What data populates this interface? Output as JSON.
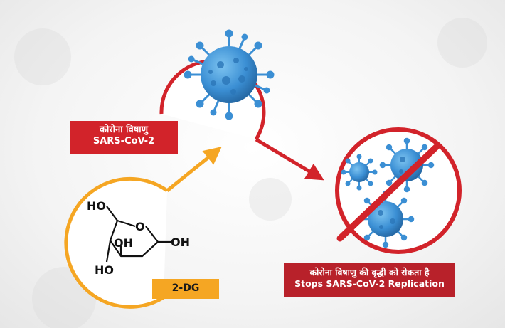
{
  "labels": {
    "virus_hi": "कोरोना विषाणु",
    "virus_en": "SARS-CoV-2",
    "stops_hi": "कोरोना विषाणु की वृद्धी को रोकता है",
    "stops_en": "Stops SARS-CoV-2 Replication",
    "drug": "2-DG"
  },
  "molecule": {
    "ho_top": "HO",
    "o_ring": "O",
    "oh_mid": "OH",
    "oh_right": "OH",
    "ho_bottom": "HO"
  },
  "colors": {
    "red": "#d2232a",
    "dark_red": "#b8212a",
    "orange": "#f5a623",
    "virus_blue": "#3b8fd4"
  },
  "icons": [
    "coronavirus-icon",
    "prohibited-icon",
    "arrow-icon"
  ]
}
